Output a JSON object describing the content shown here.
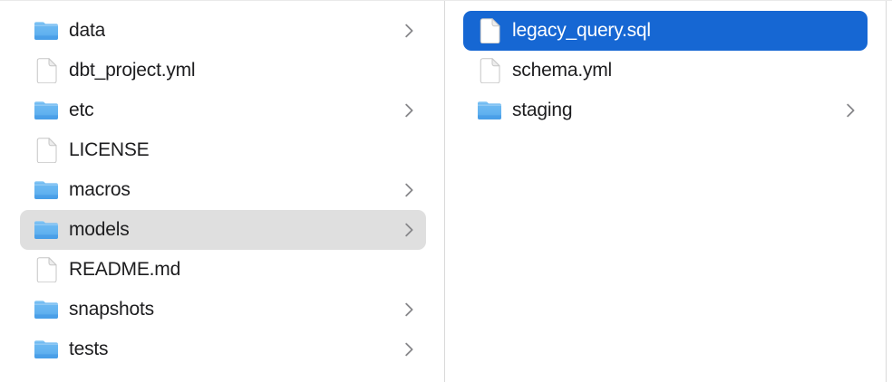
{
  "view": {
    "type": "file-browser-column-view"
  },
  "colors": {
    "background": "#ffffff",
    "selection_blue": "#1667d3",
    "selection_gray": "#dfdfdf",
    "text": "#1d1d1f",
    "selected_text": "#ffffff",
    "chevron_gray": "#87878a",
    "column_divider": "#d9d9d9",
    "folder_blue": "#5fb0ee"
  },
  "icons": {
    "folder": "folder-icon",
    "file": "document-icon",
    "chevron": "chevron-right-icon"
  },
  "columns": [
    {
      "id": "left",
      "items": [
        {
          "label": "data",
          "type": "folder",
          "chevron": true,
          "selected": "none"
        },
        {
          "label": "dbt_project.yml",
          "type": "file",
          "chevron": false,
          "selected": "none"
        },
        {
          "label": "etc",
          "type": "folder",
          "chevron": true,
          "selected": "none"
        },
        {
          "label": "LICENSE",
          "type": "file",
          "chevron": false,
          "selected": "none"
        },
        {
          "label": "macros",
          "type": "folder",
          "chevron": true,
          "selected": "none"
        },
        {
          "label": "models",
          "type": "folder",
          "chevron": true,
          "selected": "inactive-gray"
        },
        {
          "label": "README.md",
          "type": "file",
          "chevron": false,
          "selected": "none"
        },
        {
          "label": "snapshots",
          "type": "folder",
          "chevron": true,
          "selected": "none"
        },
        {
          "label": "tests",
          "type": "folder",
          "chevron": true,
          "selected": "none"
        }
      ]
    },
    {
      "id": "right",
      "items": [
        {
          "label": "legacy_query.sql",
          "type": "file",
          "chevron": false,
          "selected": "active-blue"
        },
        {
          "label": "schema.yml",
          "type": "file",
          "chevron": false,
          "selected": "none"
        },
        {
          "label": "staging",
          "type": "folder",
          "chevron": true,
          "selected": "none"
        }
      ]
    }
  ]
}
